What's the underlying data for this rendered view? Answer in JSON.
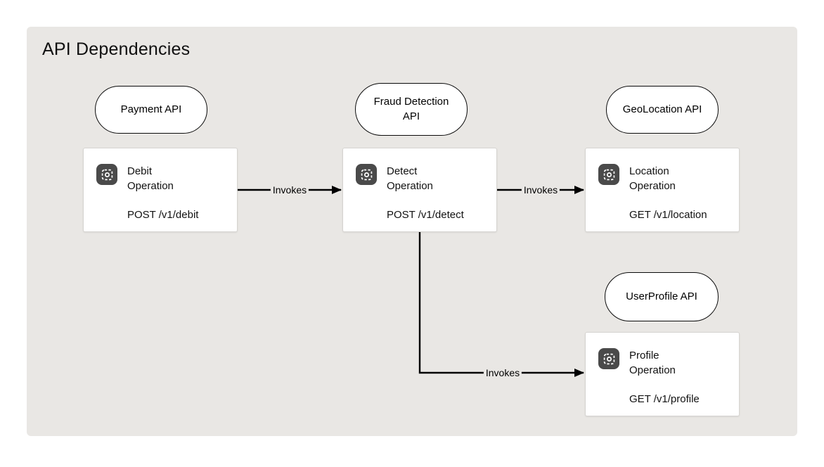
{
  "title": "API Dependencies",
  "apis": {
    "payment": {
      "label": "Payment API"
    },
    "fraud_detection": {
      "label": "Fraud Detection API"
    },
    "geolocation": {
      "label": "GeoLocation API"
    },
    "userprofile": {
      "label": "UserProfile API"
    }
  },
  "operations": {
    "debit": {
      "title": "Debit Operation",
      "endpoint": "POST /v1/debit"
    },
    "detect": {
      "title": "Detect Operation",
      "endpoint": "POST /v1/detect"
    },
    "location": {
      "title": "Location Operation",
      "endpoint": "GET /v1/location"
    },
    "profile": {
      "title": "Profile Operation",
      "endpoint": "GET /v1/profile"
    }
  },
  "edges": {
    "debit_to_detect": {
      "label": "Invokes"
    },
    "detect_to_location": {
      "label": "Invokes"
    },
    "detect_to_profile": {
      "label": "Invokes"
    }
  },
  "colors": {
    "canvas_bg": "#e9e7e4",
    "node_bg": "#ffffff",
    "node_border": "#d6d4d1",
    "pill_border": "#0a0a0a",
    "icon_bg": "#4a4a4a",
    "edge_color": "#000000",
    "text_color": "#111111"
  }
}
